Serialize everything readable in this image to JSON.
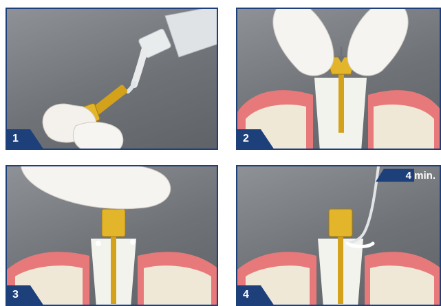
{
  "steps": [
    {
      "number": "1"
    },
    {
      "number": "2"
    },
    {
      "number": "3"
    },
    {
      "number": "4",
      "time_label": "4 min."
    }
  ],
  "colors": {
    "badge": "#1d3f7a",
    "gold": "#d4a21a",
    "gum": "#e8797a",
    "bone": "#efe8d6",
    "tooth": "#f3f3ee"
  }
}
